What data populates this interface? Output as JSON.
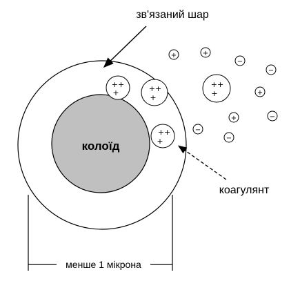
{
  "labels": {
    "bound_layer": "зв'язаний шар",
    "colloid": "колоїд",
    "coagulant": "коагулянт",
    "size": "менше 1 мікрона"
  },
  "signs": {
    "plus_plus": "++",
    "plus": "+",
    "minus": "−"
  }
}
